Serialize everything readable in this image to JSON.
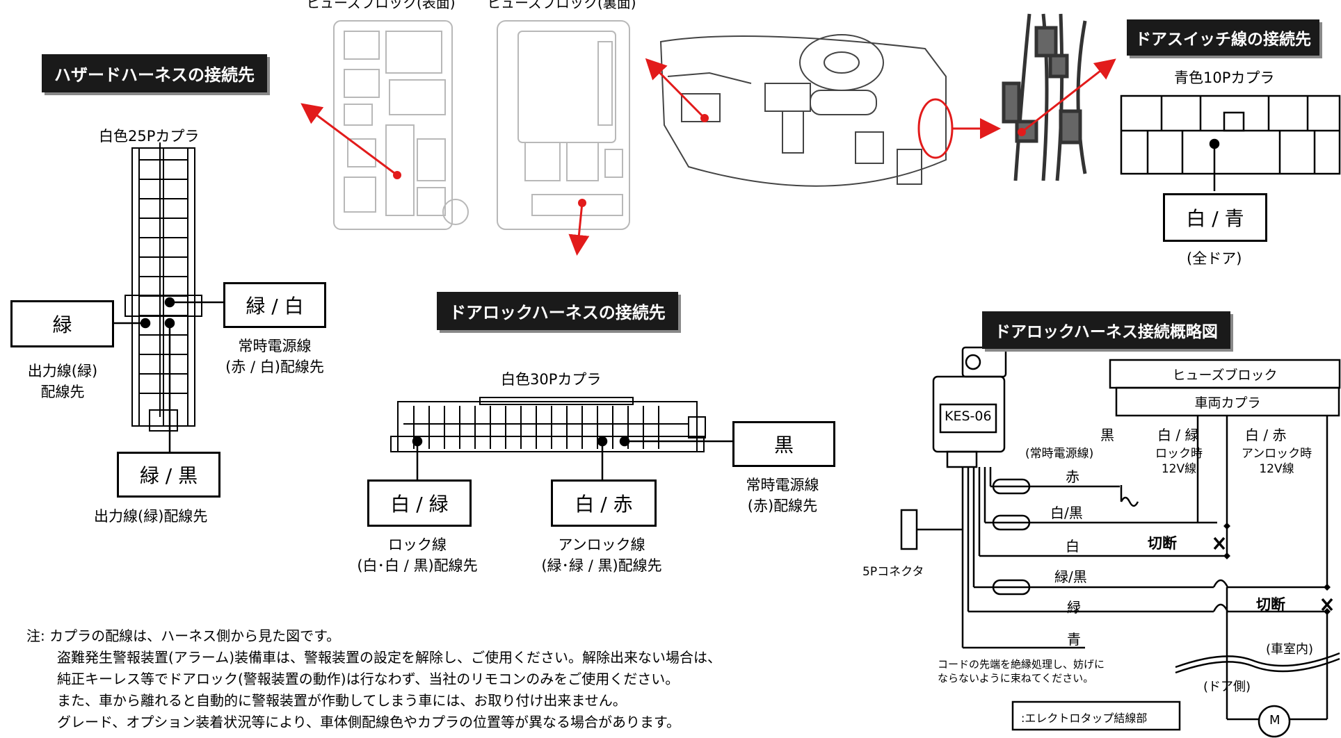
{
  "fuse_block": {
    "front_label": "ヒューズブロック(表面)",
    "back_label": "ヒューズブロック(裏面)"
  },
  "hazard": {
    "title": "ハザードハーネスの接続先",
    "coupler": "白色25Pカプラ",
    "green": "緑",
    "green_desc_1": "出力線(緑)",
    "green_desc_2": "配線先",
    "green_white": "緑 / 白",
    "green_white_desc_1": "常時電源線",
    "green_white_desc_2": "(赤 / 白)配線先",
    "green_black": "緑 / 黒",
    "green_black_desc": "出力線(緑)配線先"
  },
  "door_lock": {
    "title": "ドアロックハーネスの接続先",
    "coupler": "白色30Pカプラ",
    "black": "黒",
    "black_desc_1": "常時電源線",
    "black_desc_2": "(赤)配線先",
    "white_green": "白 / 緑",
    "white_green_desc_1": "ロック線",
    "white_green_desc_2": "(白･白 / 黒)配線先",
    "white_red": "白 / 赤",
    "white_red_desc_1": "アンロック線",
    "white_red_desc_2": "(緑･緑 / 黒)配線先"
  },
  "door_switch": {
    "title": "ドアスイッチ線の接続先",
    "coupler": "青色10Pカプラ",
    "wire": "白 / 青",
    "note": "(全ドア)"
  },
  "schematic": {
    "title": "ドアロックハーネス接続概略図",
    "unit": "KES-06",
    "fuse_block": "ヒューズブロック",
    "vehicle_coupler": "車両カプラ",
    "black": "黒",
    "black_note": "(常時電源線)",
    "red": "赤",
    "white_green": "白 / 緑",
    "lock_1": "ロック時",
    "lock_2": "12V線",
    "white_red": "白 / 赤",
    "unlock_1": "アンロック時",
    "unlock_2": "12V線",
    "white_black": "白/黒",
    "white": "白",
    "cut": "切断",
    "green_black": "緑/黒",
    "green": "緑",
    "blue": "青",
    "connector": "5Pコネクタ",
    "cabin": "(車室内)",
    "door_side": "(ドア側)",
    "motor": "M",
    "insulate_1": "コードの先端を絶縁処理し、妨げに",
    "insulate_2": "ならないように束ねてください。",
    "tap_legend": ":エレクトロタップ結線部"
  },
  "notes": [
    "注: カプラの配線は、ハーネス側から見た図です。",
    "盗難発生警報装置(アラーム)装備車は、警報装置の設定を解除し、ご使用ください。解除出来ない場合は、",
    "純正キーレス等でドアロック(警報装置の動作)は行なわず、当社のリモコンのみをご使用ください。",
    "また、車から離れると自動的に警報装置が作動してしまう車には、お取り付け出来ません。",
    "グレード、オプション装着状況等により、車体側配線色やカプラの位置等が異なる場合があります。"
  ]
}
